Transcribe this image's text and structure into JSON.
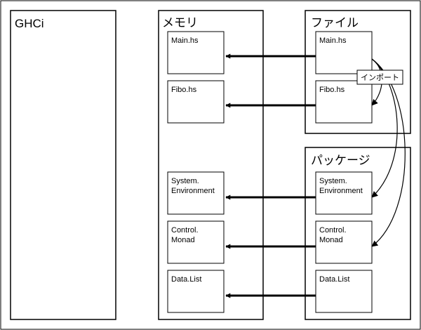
{
  "panels": {
    "ghci": {
      "title": "GHCi"
    },
    "memory": {
      "title": "メモリ",
      "modules": [
        {
          "lines": [
            "Main.hs"
          ]
        },
        {
          "lines": [
            "Fibo.hs"
          ]
        },
        {
          "lines": [
            "System.",
            "Environment"
          ]
        },
        {
          "lines": [
            "Control.",
            "Monad"
          ]
        },
        {
          "lines": [
            "Data.List"
          ]
        }
      ]
    },
    "files": {
      "title": "ファイル",
      "modules": [
        {
          "lines": [
            "Main.hs"
          ]
        },
        {
          "lines": [
            "Fibo.hs"
          ]
        }
      ]
    },
    "packages": {
      "title": "パッケージ",
      "modules": [
        {
          "lines": [
            "System.",
            "Environment"
          ]
        },
        {
          "lines": [
            "Control.",
            "Monad"
          ]
        },
        {
          "lines": [
            "Data.List"
          ]
        }
      ]
    }
  },
  "import_label": "インポート",
  "colors": {
    "stroke": "#000000",
    "background": "#ffffff"
  }
}
